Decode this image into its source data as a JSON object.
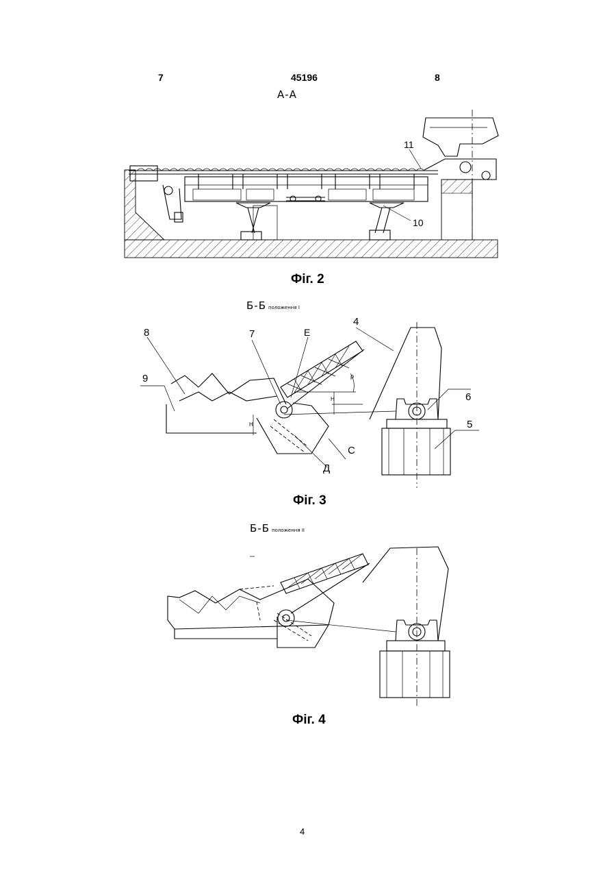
{
  "header": {
    "left_page": "7",
    "patent_number": "45196",
    "right_page": "8"
  },
  "figures": [
    {
      "section": "А-А",
      "section_note": "",
      "caption": "Фіг. 2",
      "labels": [
        "11",
        "10"
      ]
    },
    {
      "section": "Б-Б",
      "section_note": "положення І",
      "caption": "Фіг. 3",
      "labels": [
        "8",
        "7",
        "Е",
        "4",
        "9",
        "6",
        "5",
        "С",
        "Д",
        "Н",
        "Н",
        "ρ"
      ]
    },
    {
      "section": "Б-Б",
      "section_note": "положення ІІ",
      "caption": "Фіг. 4",
      "labels": []
    }
  ],
  "footer": {
    "page_number": "4"
  }
}
